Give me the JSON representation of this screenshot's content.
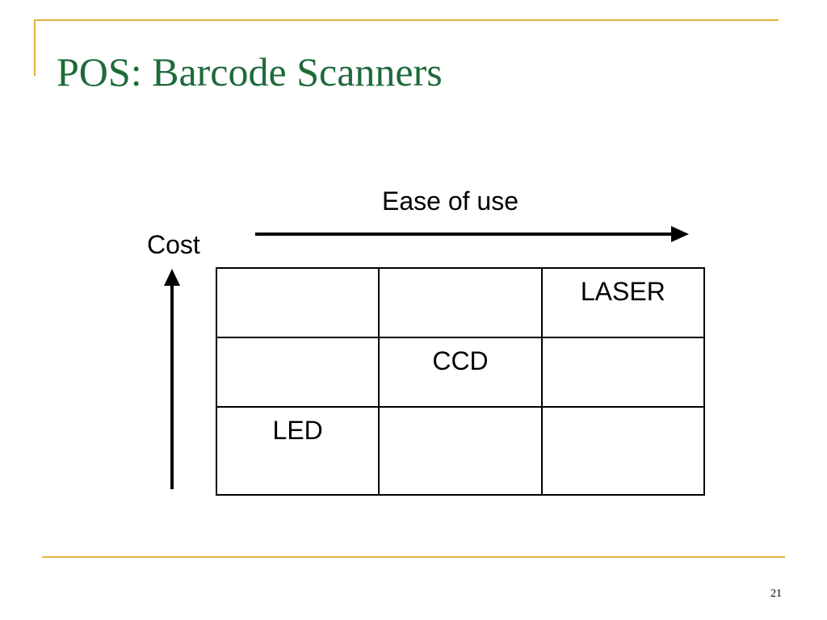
{
  "slide": {
    "title": "POS: Barcode Scanners",
    "page_number": "21"
  },
  "colors": {
    "title": "#1e6a3a",
    "accent_rule": "#e3b43c",
    "text": "#000000"
  },
  "diagram": {
    "x_axis_label": "Ease of use",
    "y_axis_label": "Cost",
    "grid": {
      "rows": [
        [
          "",
          "",
          "LASER"
        ],
        [
          "",
          "CCD",
          ""
        ],
        [
          "LED",
          "",
          ""
        ]
      ]
    }
  }
}
